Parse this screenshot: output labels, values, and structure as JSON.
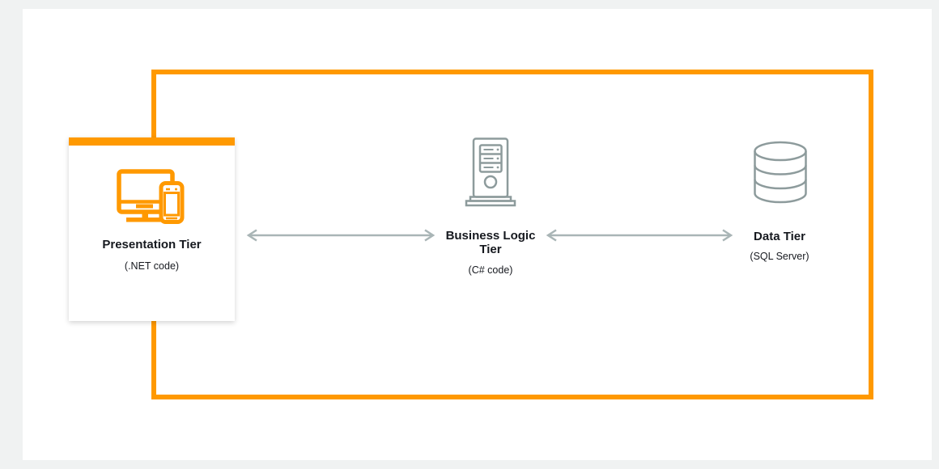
{
  "page": {
    "background_color": "#F0F2F2",
    "canvas_color": "#FFFFFF"
  },
  "diagram": {
    "type": "three-tier-architecture",
    "container_border_color": "#FF9900",
    "accent_color": "#FF9900",
    "icon_color": "#8D9B9C",
    "arrow_color": "#A9B5B6",
    "text_color": "#16191F",
    "tiers": [
      {
        "id": "presentation",
        "title": "Presentation Tier",
        "subtitle": "(.NET code)",
        "icon": "desktop-and-mobile-icon",
        "icon_color": "#FF9900",
        "highlighted_card": true
      },
      {
        "id": "business-logic",
        "title": "Business Logic Tier",
        "subtitle": "(C# code)",
        "icon": "server-tower-icon",
        "icon_color": "#8D9B9C",
        "highlighted_card": false
      },
      {
        "id": "data",
        "title": "Data Tier",
        "subtitle": "(SQL Server)",
        "icon": "database-cylinder-icon",
        "icon_color": "#8D9B9C",
        "highlighted_card": false
      }
    ],
    "arrows": [
      {
        "from": "presentation",
        "to": "business-logic",
        "direction": "bidirectional",
        "color": "#A9B5B6"
      },
      {
        "from": "business-logic",
        "to": "data",
        "direction": "bidirectional",
        "color": "#A9B5B6"
      }
    ]
  }
}
